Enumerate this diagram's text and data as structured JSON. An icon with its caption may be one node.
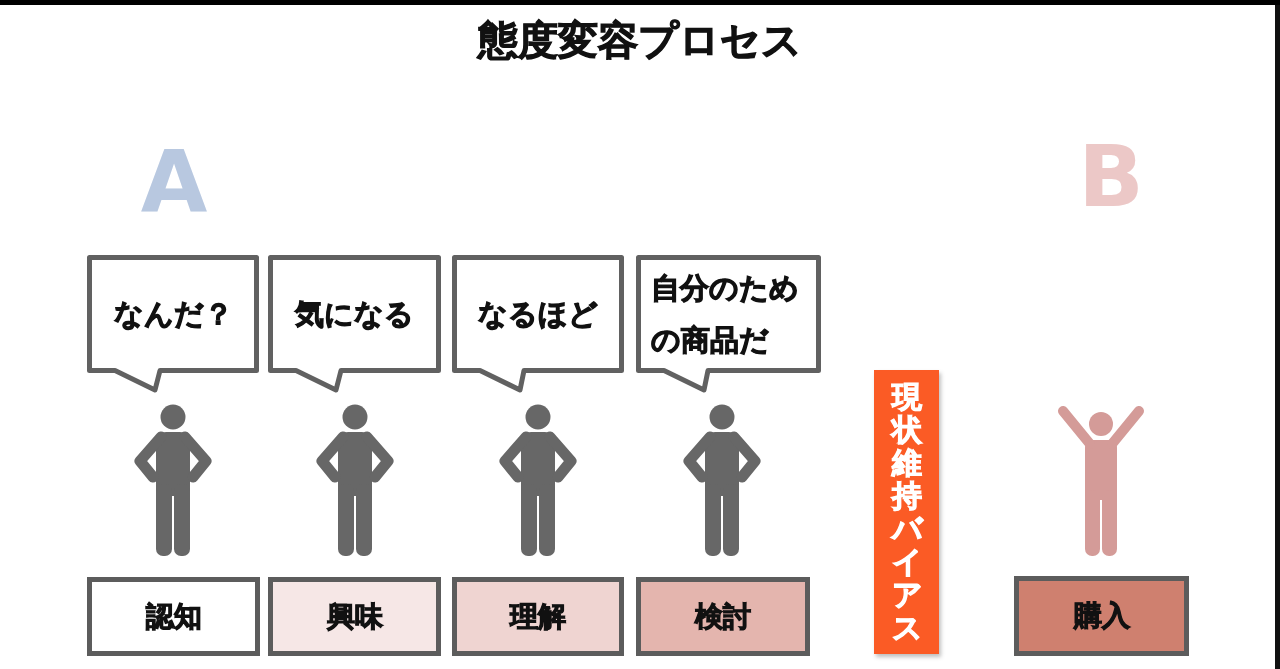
{
  "diagram": {
    "title": "態度変容プロセス",
    "nodes": [
      {
        "text": [
          "なんだ？"
        ]
      },
      {
        "text": [
          "気になる"
        ]
      },
      {
        "text": [
          "なるほど"
        ]
      },
      {
        "text": [
          "自分のための商品だ"
        ]
      },
      {
        "text": [
          "現状維持バイアス"
        ]
      },
      {
        "text": [
          "認知"
        ]
      },
      {
        "text": [
          "興味"
        ]
      },
      {
        "text": [
          "理解"
        ]
      },
      {
        "text": [
          "検討"
        ]
      },
      {
        "text": [
          "購入"
        ]
      }
    ],
    "labels": [
      "A",
      "B"
    ]
  }
}
